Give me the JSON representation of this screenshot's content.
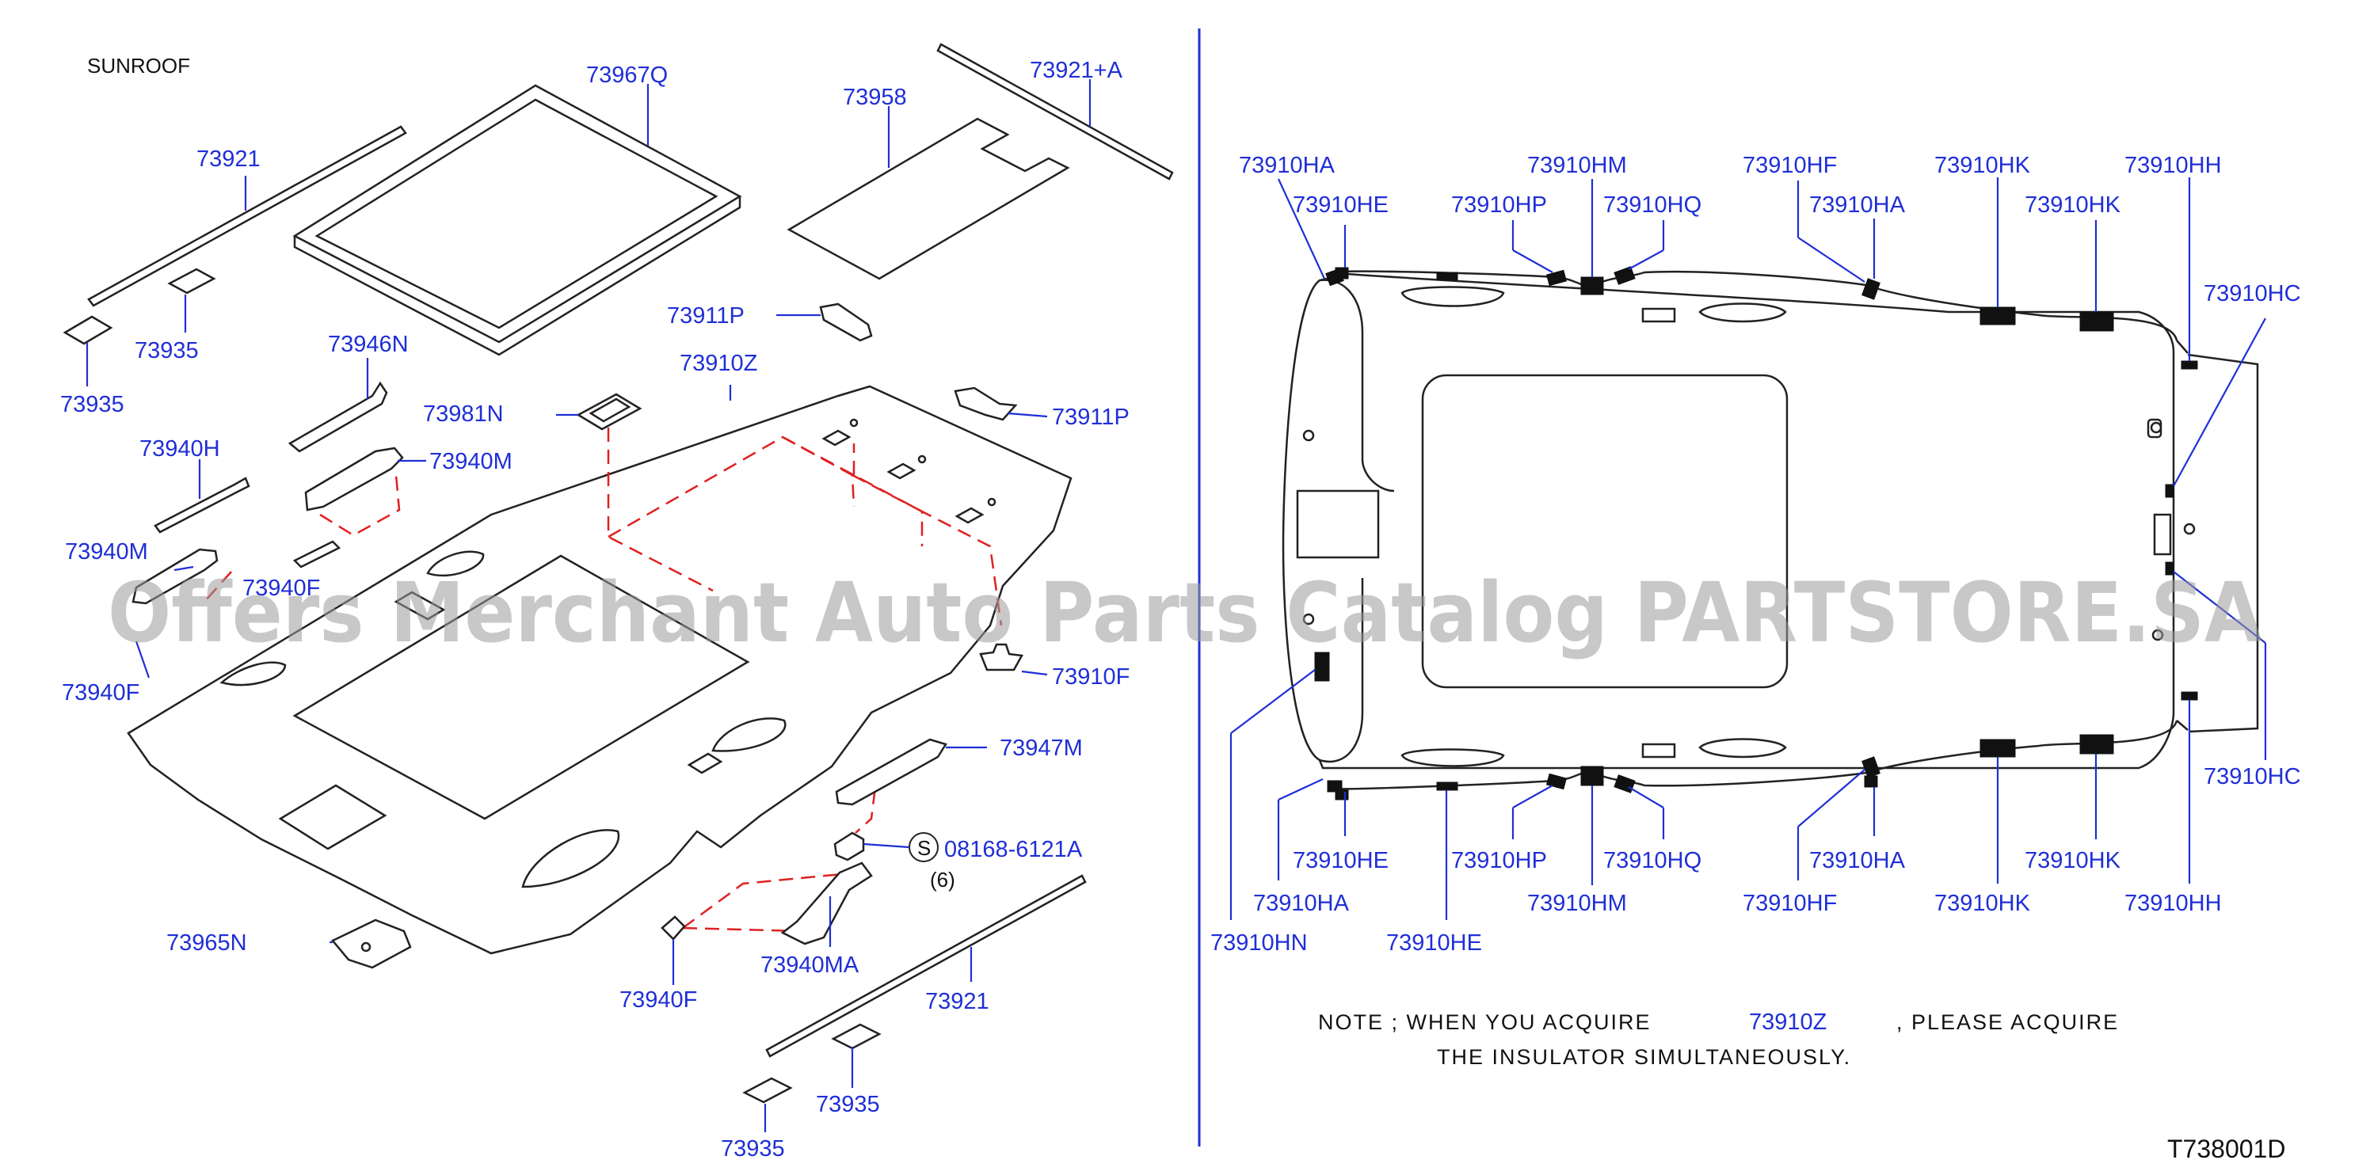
{
  "left_panel": {
    "section_title": "SUNROOF",
    "labels": {
      "l_73967Q": "73967Q",
      "l_73921A": "73921+A",
      "l_73958": "73958",
      "l_73921_top": "73921",
      "l_73935_a": "73935",
      "l_73935_b": "73935",
      "l_73946N": "73946N",
      "l_73911P_a": "73911P",
      "l_73910Z": "73910Z",
      "l_73981N": "73981N",
      "l_73911P_b": "73911P",
      "l_73940H": "73940H",
      "l_73940M_a": "73940M",
      "l_73940M_b": "73940M",
      "l_73940F_a": "73940F",
      "l_73940F_b": "73940F",
      "l_73910F": "73910F",
      "l_73947M": "73947M",
      "l_bolt_part": "08168-6121A",
      "l_bolt_qty": "(6)",
      "l_bolt_symbol": "S",
      "l_73965N": "73965N",
      "l_73940F_c": "73940F",
      "l_73940MA": "73940MA",
      "l_73921_bot": "73921",
      "l_73935_c": "73935",
      "l_73935_d": "73935"
    }
  },
  "right_panel": {
    "labels": {
      "r_HA_1": "73910HA",
      "r_HE_1": "73910HE",
      "r_HM_1": "73910HM",
      "r_HP_1": "73910HP",
      "r_HQ_1": "73910HQ",
      "r_HF_1": "73910HF",
      "r_HA_2": "73910HA",
      "r_HK_1": "73910HK",
      "r_HK_2": "73910HK",
      "r_HH_1": "73910HH",
      "r_HC_1": "73910HC",
      "r_HC_2": "73910HC",
      "r_HE_2": "73910HE",
      "r_HA_3": "73910HA",
      "r_HN": "73910HN",
      "r_HE_3": "73910HE",
      "r_HP_2": "73910HP",
      "r_HM_2": "73910HM",
      "r_HQ_2": "73910HQ",
      "r_HF_2": "73910HF",
      "r_HA_4": "73910HA",
      "r_HK_3": "73910HK",
      "r_HK_4": "73910HK",
      "r_HH_2": "73910HH"
    },
    "note": {
      "line1_prefix": "NOTE  ;  WHEN  YOU  ACQUIRE",
      "line1_part": "73910Z",
      "line1_suffix": ",  PLEASE  ACQUIRE",
      "line2": "THE  INSULATOR  SIMULTANEOUSLY."
    }
  },
  "diagram_id": "T738001D",
  "watermark": "Offers Merchant Auto Parts Catalog PARTSTORE.SA",
  "colors": {
    "label": "#1f2fd6",
    "outline": "#222222",
    "dashed_guide": "#e02020",
    "divider": "#1f2fd6",
    "watermark": "#9a9a9a"
  }
}
